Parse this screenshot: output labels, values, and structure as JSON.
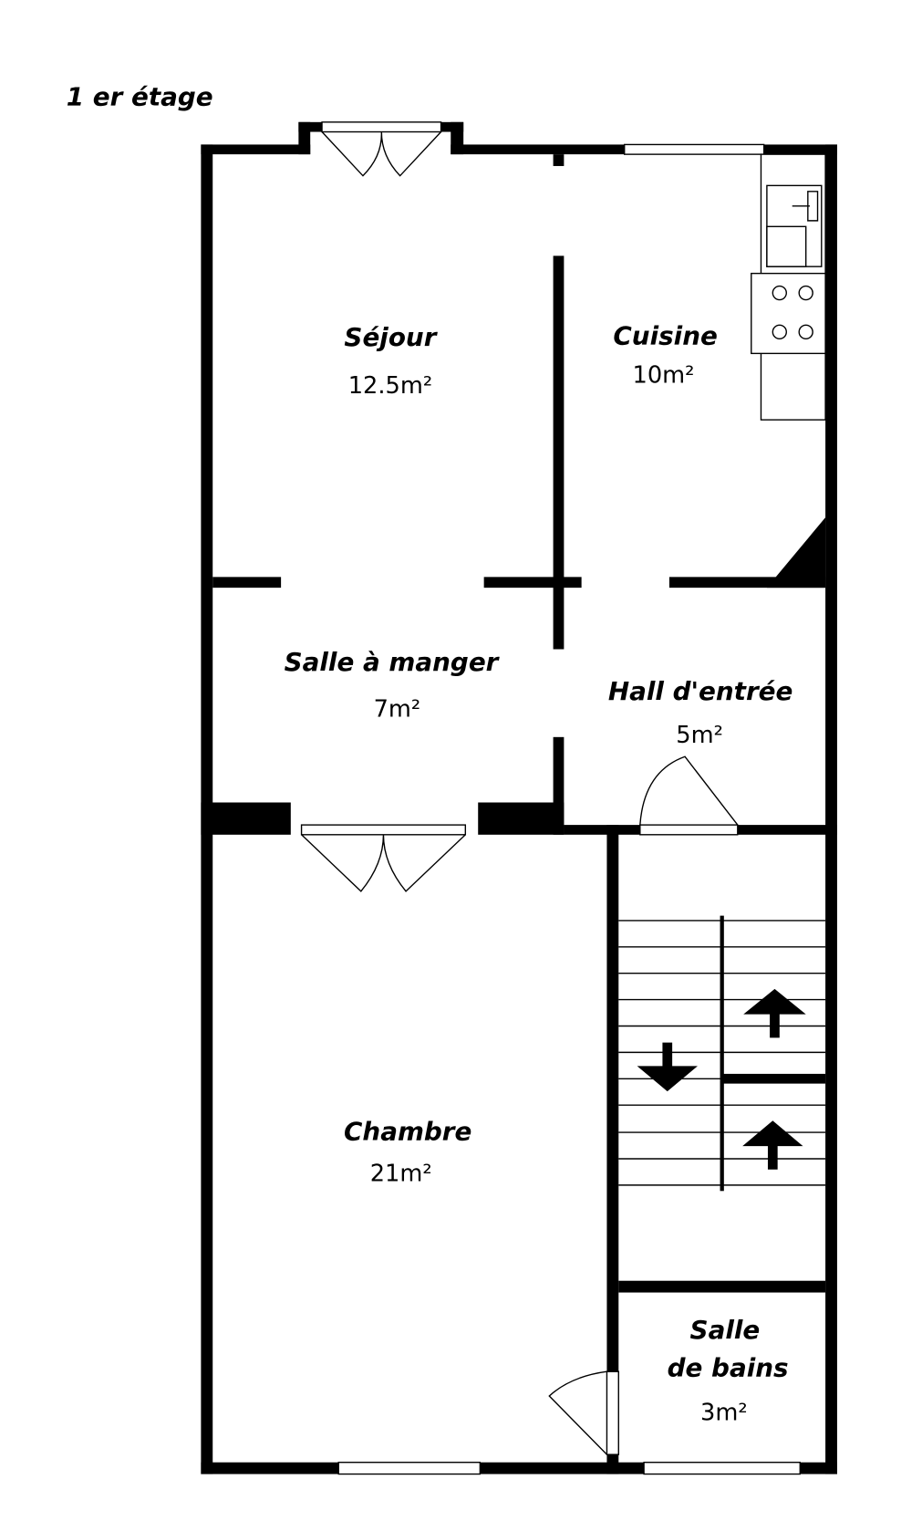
{
  "floor_title": "1 er étage",
  "rooms": [
    {
      "name": "Séjour",
      "area": "12.5m²"
    },
    {
      "name": "Cuisine",
      "area": "10m²"
    },
    {
      "name": "Salle à manger",
      "area": "7m²"
    },
    {
      "name": "Hall d'entrée",
      "area": "5m²"
    },
    {
      "name": "Chambre",
      "area": "21m²"
    },
    {
      "name_line1": "Salle",
      "name_line2": "de bains",
      "area": "3m²"
    }
  ]
}
